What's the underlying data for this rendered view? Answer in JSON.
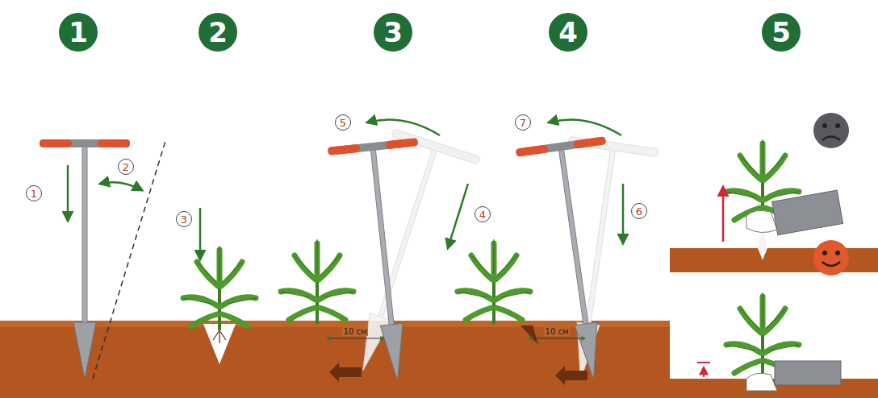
{
  "diagram": {
    "nodes": [
      {
        "text": [
          "1"
        ]
      },
      {
        "text": [
          "2"
        ]
      },
      {
        "text": [
          "3"
        ]
      },
      {
        "text": [
          "4"
        ]
      },
      {
        "text": [
          "5"
        ]
      },
      {
        "text": [
          "1"
        ]
      },
      {
        "text": [
          "2"
        ]
      },
      {
        "text": [
          "3"
        ]
      },
      {
        "text": [
          "4"
        ]
      },
      {
        "text": [
          "5"
        ]
      },
      {
        "text": [
          "6"
        ]
      },
      {
        "text": [
          "7"
        ]
      }
    ],
    "labels": [
      "10 см",
      "10 см"
    ]
  }
}
